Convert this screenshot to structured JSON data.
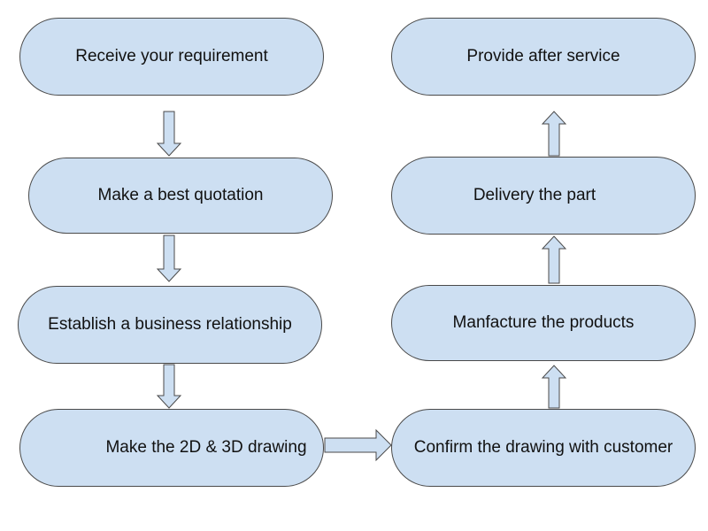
{
  "steps": {
    "receive": "Receive your requirement",
    "quotation": "Make a best quotation",
    "establish": "Establish a business relationship",
    "drawing": "Make the 2D & 3D drawing",
    "confirm": "Confirm the drawing with customer",
    "manufacture": "Manfacture the products",
    "delivery": "Delivery the part",
    "after_service": "Provide after service"
  },
  "colors": {
    "node_fill": "#cddff2",
    "node_stroke": "#4a4a4a"
  }
}
